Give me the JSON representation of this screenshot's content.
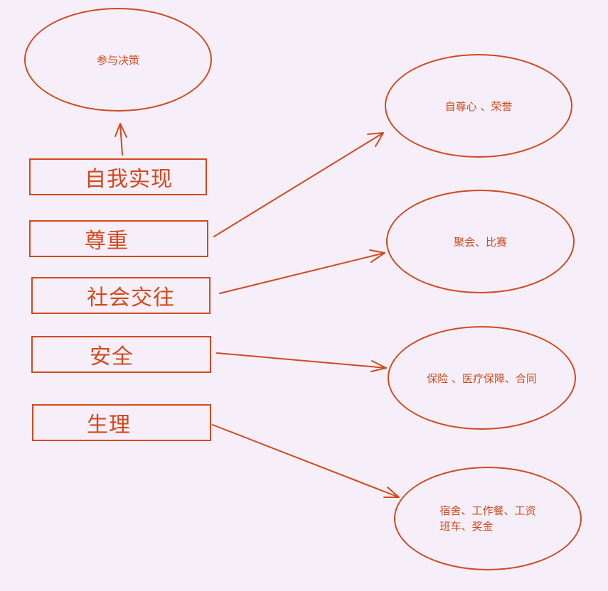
{
  "colors": {
    "background": "#f6eff9",
    "stroke": "#d2491d"
  },
  "levels": [
    {
      "label": "自我实现"
    },
    {
      "label": "尊重"
    },
    {
      "label": "社会交往"
    },
    {
      "label": "安全"
    },
    {
      "label": "生理"
    }
  ],
  "outcomes": {
    "self_actualization": "参与决策",
    "esteem": "自尊心 、荣誉",
    "social": "聚会、比赛",
    "safety": "保险 、医疗保障、合同",
    "physiological": [
      "宿舍、工作餐、工资",
      "班车、奖金"
    ]
  }
}
